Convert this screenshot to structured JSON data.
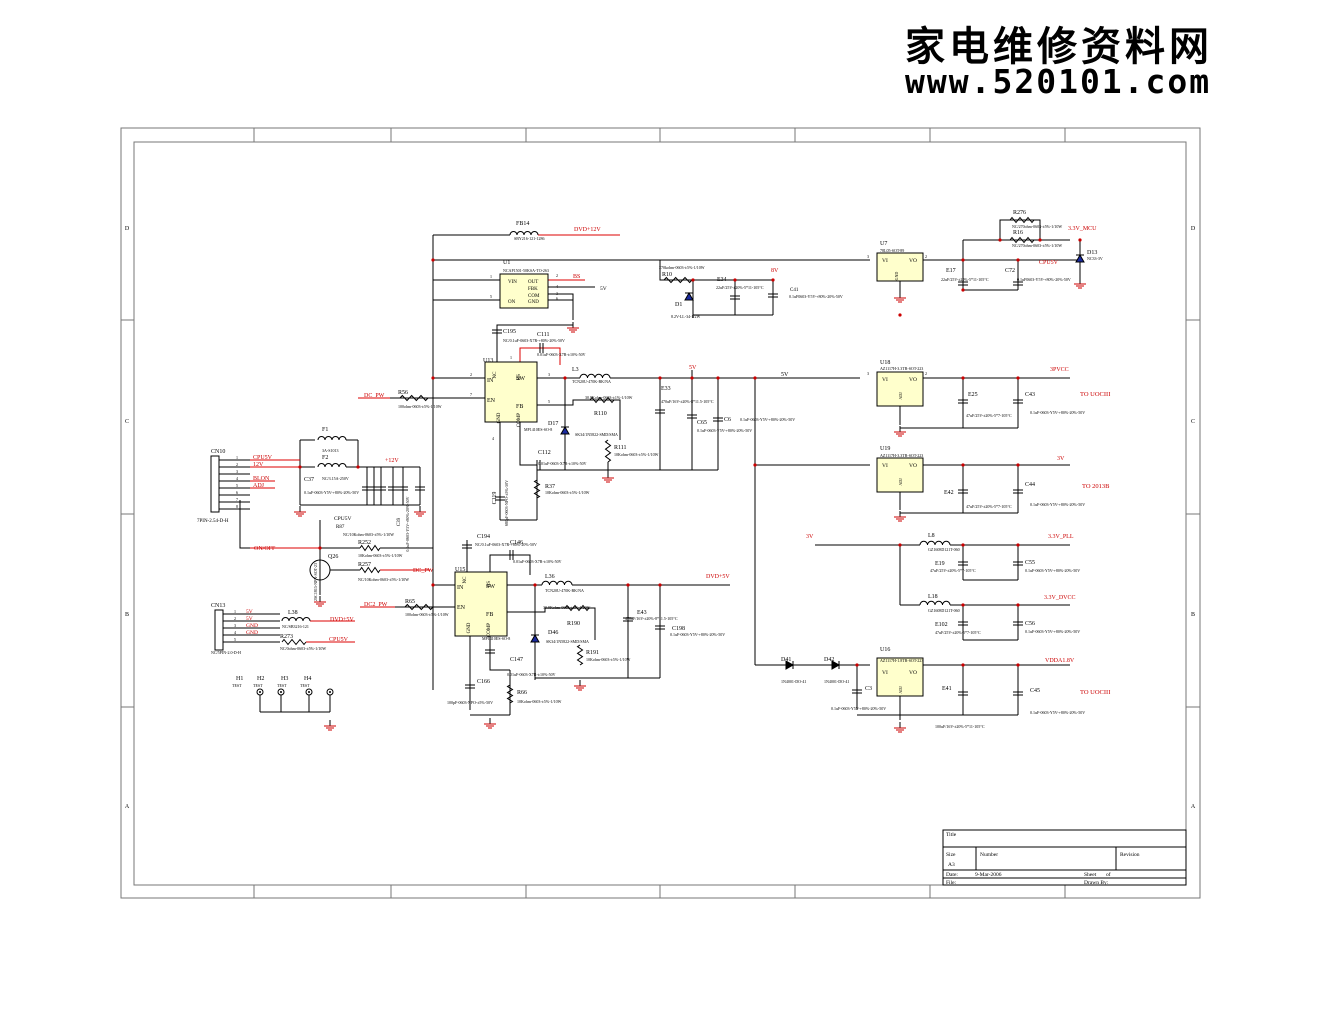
{
  "watermark": {
    "line1": "家电维修资料网",
    "line2": "www.520101.com"
  },
  "frame": {
    "rows": [
      "D",
      "C",
      "B",
      "A"
    ]
  },
  "title_block": {
    "title": "Title",
    "size": "Size",
    "size_value": "A3",
    "number": "Number",
    "revision": "Revision",
    "date": "Date:",
    "date_value": "9-Mar-2006",
    "sheet": "Sheet",
    "of": "of",
    "file": "File:",
    "drawn_by": "Drawn By:"
  },
  "texts": {
    "fb14": "FB14",
    "fb14_spec": "SBY216-121-1286",
    "dvd12": "DVD+12V",
    "u1": "U1",
    "u1_part": "NCAP1501-50KSA-TO-263",
    "u1_vin": "VIN",
    "u1_out": "OUT",
    "u1_fbk": "FBK",
    "u1_com": "COM",
    "u1_on": "ON",
    "u1_gnd": "GND",
    "p1": "1",
    "p2": "2",
    "p3": "3",
    "p4": "4",
    "p5": "5",
    "p6": "6",
    "p7": "7",
    "p8": "8",
    "bs": "BS",
    "v5": "5V",
    "v5_top": "5V",
    "r10": "R10",
    "r10_spec": "270kohm-0603-±5%-1/10W",
    "v8": "8V",
    "e34": "E34",
    "e34_spec": "22uF/25V-±20%-5*11-105°C",
    "c41": "C41",
    "c41_spec": "0.1uF0603-Y5V-+80%-20%-50V",
    "d1": "D1",
    "d1_spec": "8.2V-LL-34-1/2W",
    "u7": "U7",
    "u7_part": "78L05-SOT-89",
    "vi": "VI",
    "vo": "VO",
    "gnd": "GND",
    "adj": "ADJ",
    "r276": "R276",
    "r276_spec": "NC/270ohm-0603-±5%-1/10W",
    "r16": "R16",
    "r16_spec": "NC/270ohm-0603-±5%-1/10W",
    "v33mcu": "3.3V_MCU",
    "d13": "D13",
    "d13_spec": "NC33-3V",
    "cpu5v": "CPU5V",
    "e17": "E17",
    "e17_spec": "22uF/25V-±20%-5*11-105°C",
    "c72": "C72",
    "c72_spec": "0.1uF0603-Y5V-+80%-20%-50V",
    "c195": "C195",
    "c195_spec": "NC/0.1uF-0603-X7R-+80%-20%-50V",
    "c111": "C111",
    "c111_spec": "0.01uF-0603-X7R-±10%-50V",
    "u13": "U13",
    "nc": "NC",
    "in": "IN",
    "en": "EN",
    "sw": "SW",
    "fb": "FB",
    "comp": "COMP",
    "l3": "L3",
    "l3_spec": "TCN20U-470K-BK/NA",
    "r110": "R110",
    "r110_spec": "30.9Kohm-0603-±1%-1/10W",
    "d17": "D17",
    "d17_spec": "SK34/1N5822-SMD/SMA",
    "u13_part": "MP1410ES-SO-8",
    "r111": "R111",
    "r111_spec": "10Kohm-0603-±5%-1/10W",
    "e33": "E33",
    "e33_spec": "470uF/16V-±20%-8*11.5-105°C",
    "c65": "C65",
    "c65_spec": "0.1uF-0603-Y5V-+80%-20%-50V",
    "c6": "C6",
    "c6_spec": "0.1uF-0603-Y5V-+80%-20%-50V",
    "u18": "U18",
    "u18_part": "AZ1117H-3.3TR-SOT-223",
    "v33vcc": "3PVCC",
    "e25": "E25",
    "e25_spec": "47uF/25V-±20%-5*7-105°C",
    "c43": "C43",
    "c43_spec": "0.1uF-0603-Y5V-+80%-20%-50V",
    "to_uoc1": "TO UOCIII",
    "c112": "C112",
    "c112_spec": "0.01uF-0603-X7R-±10%-50V",
    "r37": "R37",
    "r37_spec": "10Kohm-0603-±5%-1/10W",
    "c119": "C119",
    "c119_spec": "680pF-0603-NPO-±5%-50V",
    "u19": "U19",
    "u19_part": "AZ1117H-3.3TR-SOT-223",
    "v3": "3V",
    "e42": "E42",
    "e42_spec": "47uF/25V-±20%-5*7-105°C",
    "c44": "C44",
    "c44_spec": "0.1uF-0603-Y5V-+80%-20%-50V",
    "to_2013b": "TO 2013B",
    "dc_pw": "DC_PW",
    "r56": "R56",
    "r56_spec": "100ohm-0603-±5%-1/10W",
    "f1": "F1",
    "f1_spec": "3A-S1013",
    "f2": "F2",
    "f2_spec": "NC/3.15A-250V",
    "cn10": "CN10",
    "cn10_part": "7PIN-2.54-D-H",
    "cn_cpu5v": "CPU5V",
    "cn_12v": "12V",
    "blon": "BLON",
    "adj_sig": "ADJ",
    "v12": "+12V",
    "c37": "C37",
    "c37_spec": "0.1uF-0603-Y5V-+80%-20%-50V",
    "c39": "C39",
    "c39_spec": "0.1uF-0603-Y5V-+80%-20%-50V",
    "onoff": "ON/OFF",
    "cpu5v_b": "CPU5V",
    "r87": "R87",
    "r87_spec": "NC/10Kohm-0603-±5%-1/10W",
    "r252": "R252",
    "r252_spec": "10Kohm-0603-±5%-1/10W",
    "q26": "Q26",
    "q26_spec": "2SC1815-NPN-SOT-23",
    "r257": "R257",
    "r257_spec": "NC/10Kohm-0603-±5%-1/10W",
    "dc_pw2": "DC_PW",
    "c194": "C194",
    "c194_spec": "NC/0.1uF-0603-X7R-+80%-20%-50V",
    "c146": "C146",
    "c146_spec": "0.01uF-0603-X7R-±10%-50V",
    "u15": "U15",
    "l36": "L36",
    "l36_spec": "TCN20U-470K-BK/NA",
    "dvd5v": "DVD+5V",
    "dc2_pw": "DC2_PW",
    "r65": "R65",
    "r65_spec": "100ohm-0603-±5%-1/10W",
    "r190": "R190",
    "r190_spec": "30.9Kohm-0603-±1%-1/10W",
    "e43": "E43",
    "e43_spec": "470uF/16V-±20%-8*11.5-105°C",
    "c198": "C198",
    "c198_spec": "0.1uF-0603-Y5V-+80%-20%-50V",
    "d46": "D46",
    "d46_spec": "SK34/1N5822-SMD/SMA",
    "u15_part": "MP1410ES-SO-8",
    "r191": "R191",
    "r191_spec": "10Kohm-0603-±5%-1/10W",
    "c147": "C147",
    "c147_spec": "0.01uF-0603-X7R-±10%-50V",
    "c166": "C166",
    "c166_spec": "100pF-0603-NPO-±5%-50V",
    "r66": "R66",
    "r66_spec": "10Kohm-0603-±5%-1/10W",
    "cn13": "CN13",
    "cn13_part": "NC/5PIN-2.0-D-H",
    "l38": "L38",
    "l38_spec": "NC/SB3216-121",
    "cn_5v1": "5V",
    "cn_5v2": "5V",
    "cn_gnd1": "GND",
    "cn_gnd2": "GND",
    "dvd5v_b": "DVD+5V",
    "r273": "R273",
    "r273_spec": "NC/0ohm-0603-±5%-1/10W",
    "cpu5v_c": "CPU5V",
    "h1": "H1",
    "h2": "H2",
    "h3": "H3",
    "h4": "H4",
    "test": "TEST",
    "v3_b": "3V",
    "l8": "L8",
    "l8_spec": "GZ1608D121T-060",
    "v33pll": "3.3V_PLL",
    "e19": "E19",
    "e19_spec": "47uF/25V-±20%-5*7-105°C",
    "c55": "C55",
    "c55_spec": "0.1uF-0603-Y5V-+80%-20%-50V",
    "l18": "L18",
    "l18_spec": "GZ1608D121T-060",
    "v33dvcc": "3.3V_DVCC",
    "e102": "E102",
    "e102_spec": "47uF/25V-±20%-5*7-105°C",
    "c56": "C56",
    "c56_spec": "0.1uF-0603-Y5V-+80%-20%-50V",
    "d41": "D41",
    "d41_spec": "1N4001-DO-41",
    "d42": "D42",
    "d42_spec": "1N4001-DO-41",
    "u16": "U16",
    "u16_part": "AZ1117H-1.8TR-SOT-223",
    "vdda18": "VDDA1.8V",
    "c3": "C3",
    "c3_spec": "0.1uF-0603-Y5V-+80%-20%-50V",
    "e41": "E41",
    "e41_spec": "100uF/16V-±20%-5*11-105°C",
    "c45": "C45",
    "c45_spec": "0.1uF-0603-Y5V-+80%-20%-50V",
    "to_uoc2": "TO UOCIII"
  }
}
